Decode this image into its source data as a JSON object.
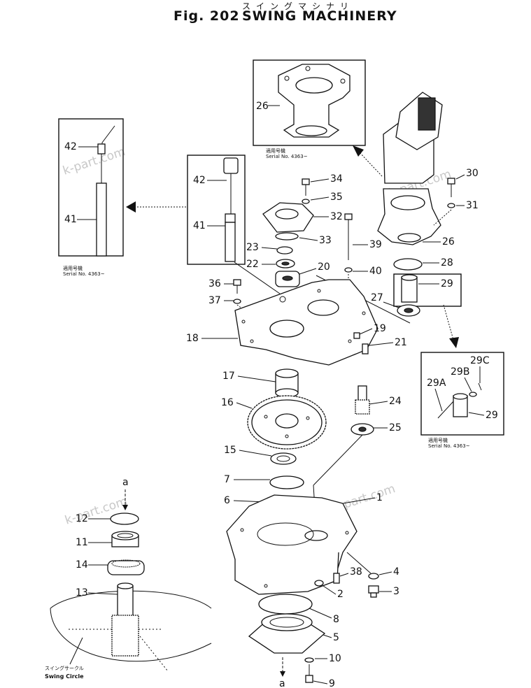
{
  "header": {
    "jp_title": "スイングマシナリ",
    "fig_label": "Fig. 202",
    "title": "SWING MACHINERY"
  },
  "watermark": "k-part.com",
  "serial": {
    "jp": "適用号機",
    "label": "Serial No. 4363~"
  },
  "swing_circle": {
    "jp": "スイングサークル",
    "label": "Swing Circle"
  },
  "arrow_letter": "a",
  "callouts": {
    "p1": "1",
    "p2": "2",
    "p3": "3",
    "p4": "4",
    "p5": "5",
    "p6": "6",
    "p7": "7",
    "p8": "8",
    "p9": "9",
    "p10": "10",
    "p11": "11",
    "p12": "12",
    "p13": "13",
    "p14": "14",
    "p15": "15",
    "p16": "16",
    "p17": "17",
    "p18": "18",
    "p19": "19",
    "p20": "20",
    "p21": "21",
    "p22": "22",
    "p23": "23",
    "p24": "24",
    "p25": "25",
    "p26": "26",
    "p27": "27",
    "p28": "28",
    "p29": "29",
    "p29a": "29A",
    "p29b": "29B",
    "p29c": "29C",
    "p30": "30",
    "p31": "31",
    "p32": "32",
    "p33": "33",
    "p34": "34",
    "p35": "35",
    "p36": "36",
    "p37": "37",
    "p38": "38",
    "p39": "39",
    "p40": "40",
    "p41": "41",
    "p42": "42"
  }
}
